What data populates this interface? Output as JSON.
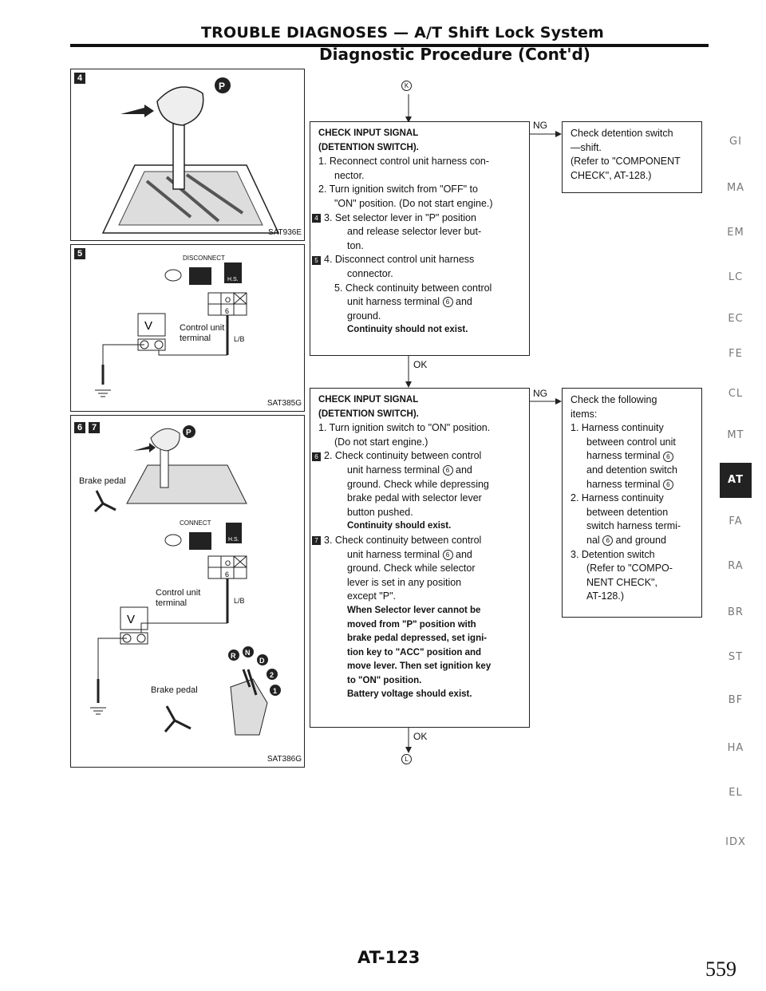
{
  "header": {
    "title": "TROUBLE DIAGNOSES — A/T Shift Lock System",
    "subtitle": "Diagnostic Procedure (Cont'd)"
  },
  "figures": {
    "fig4": {
      "label": "4",
      "code": "SAT936E",
      "callout": "P"
    },
    "fig5": {
      "label": "5",
      "code": "SAT385G",
      "disconnect": "DISCONNECT",
      "meter": "V",
      "terminal_label_1": "Control unit",
      "terminal_label_2": "terminal",
      "wire": "L/B",
      "pin_o": "O",
      "pin_6": "6",
      "hs": "H.S."
    },
    "fig67": {
      "label_a": "6",
      "label_b": "7",
      "code": "SAT386G",
      "connect": "CONNECT",
      "brake_pedal_top": "Brake pedal",
      "brake_pedal_bottom": "Brake pedal",
      "meter": "V",
      "terminal_label_1": "Control unit",
      "terminal_label_2": "terminal",
      "wire": "L/B",
      "pin_o": "O",
      "pin_6": "6",
      "hs": "H.S.",
      "callout": "P",
      "gears": [
        "R",
        "N",
        "D",
        "2",
        "1"
      ]
    }
  },
  "flow": {
    "start_marker": "K",
    "end_marker": "L",
    "ok_label": "OK",
    "ng_label": "NG",
    "box1": {
      "title_1": "CHECK INPUT SIGNAL",
      "title_2": "(DETENTION SWITCH).",
      "l1": "1. Reconnect control unit harness con-",
      "l2": "nector.",
      "l3": "2. Turn ignition switch from \"OFF\" to",
      "l4": "\"ON\" position. (Do not start engine.)",
      "l5": "3. Set selector lever in \"P\" position",
      "l6": "and release selector lever but-",
      "l7": "ton.",
      "l8": "4. Disconnect control unit harness",
      "l9": "connector.",
      "l10": "5. Check continuity between control",
      "l11a": "unit harness terminal",
      "l11b": "and",
      "l12": "ground.",
      "l13": "Continuity should not exist."
    },
    "ng1": {
      "l1": "Check detention switch",
      "l2": "—shift.",
      "l3": "(Refer to \"COMPONENT",
      "l4": "CHECK\", AT-128.)"
    },
    "box2": {
      "title_1": "CHECK INPUT SIGNAL",
      "title_2": "(DETENTION SWITCH).",
      "l1": "1. Turn ignition switch to \"ON\" position.",
      "l2": "(Do not start engine.)",
      "l3": "2. Check continuity between control",
      "l4a": "unit harness terminal",
      "l4b": "and",
      "l5": "ground. Check while depressing",
      "l6": "brake pedal with selector lever",
      "l7": "button pushed.",
      "l8": "Continuity should exist.",
      "l9": "3. Check continuity between control",
      "l10a": "unit harness terminal",
      "l10b": "and",
      "l11": "ground. Check while selector",
      "l12": "lever is set in any position",
      "l13": "except \"P\".",
      "l14": "When Selector lever cannot be",
      "l15": "moved from \"P\" position with",
      "l16": "brake pedal depressed, set igni-",
      "l17": "tion key to \"ACC\" position and",
      "l18": "move lever. Then set ignition key",
      "l19": "to \"ON\" position.",
      "l20": "Battery voltage should exist."
    },
    "ng2": {
      "l1": "Check the following",
      "l2": "items:",
      "l3": "1. Harness continuity",
      "l4": "between control unit",
      "l5": "harness terminal",
      "l6": "and detention switch",
      "l7": "harness terminal",
      "l8": "2. Harness continuity",
      "l9": "between detention",
      "l10": "switch harness termi-",
      "l11": "nal",
      "l11b": "and ground",
      "l12": "3. Detention switch",
      "l13": "(Refer to \"COMPO-",
      "l14": "NENT CHECK\",",
      "l15": "AT-128.)"
    },
    "terminal_no": "6",
    "step_marks": {
      "m3": "4",
      "m4": "5",
      "m6": "6",
      "m7": "7"
    }
  },
  "side_tabs": [
    "GI",
    "MA",
    "EM",
    "LC",
    "EC",
    "FE",
    "CL",
    "MT",
    "AT",
    "FA",
    "RA",
    "BR",
    "ST",
    "BF",
    "HA",
    "EL",
    "IDX"
  ],
  "active_tab": "AT",
  "footer": {
    "code": "AT-123",
    "page": "559"
  }
}
